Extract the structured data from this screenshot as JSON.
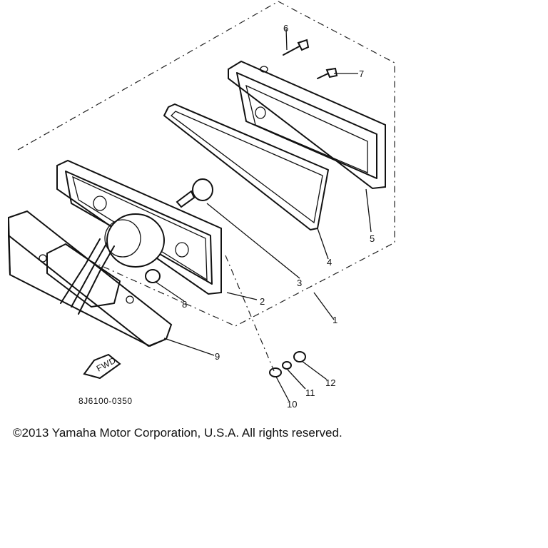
{
  "diagram": {
    "part_labels": [
      "1",
      "2",
      "3",
      "4",
      "5",
      "6",
      "7",
      "8",
      "9",
      "10",
      "11",
      "12"
    ],
    "arrow_text": "FWD",
    "drawing_code": "8J6100-0350"
  },
  "footer": {
    "copyright": "©2013 Yamaha Motor Corporation, U.S.A. All rights reserved."
  }
}
